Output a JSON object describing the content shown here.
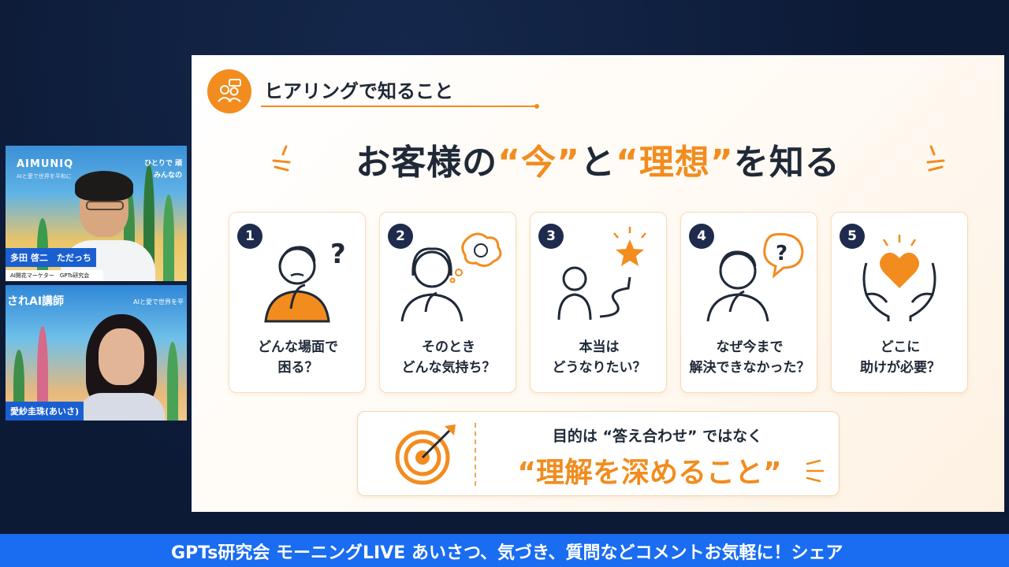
{
  "cam1": {
    "brand": "AIMUNIQ",
    "brand_sub": "AIと愛で世界を平和に",
    "tag_line1": "ひとりで 頑",
    "tag_line2": "みんなの",
    "name": "多田 啓二　ただっち",
    "subtitle": "AI開花マーケター　GPTs研究会"
  },
  "cam2": {
    "title": "されAI講師",
    "tag": "AIと愛で世界を平",
    "name": "愛紗圭珠(あいさ)"
  },
  "slide": {
    "header": "ヒアリングで知ること",
    "title_part1": "お客様の",
    "title_hl1": "“今”",
    "title_part2": "と",
    "title_hl2": "“理想”",
    "title_part3": "を知る",
    "cards": [
      {
        "num": "1",
        "line1": "どんな場面で",
        "line2": "困る？"
      },
      {
        "num": "2",
        "line1": "そのとき",
        "line2": "どんな気持ち？"
      },
      {
        "num": "3",
        "line1": "本当は",
        "line2": "どうなりたい？"
      },
      {
        "num": "4",
        "line1": "なぜ今まで",
        "line2": "解決できなかった？"
      },
      {
        "num": "5",
        "line1": "どこに",
        "line2": "助けが必要？"
      }
    ],
    "bottom_line1": "目的は “答え合わせ” ではなく",
    "bottom_line2": "“理解を深めること”"
  },
  "ticker": {
    "text": "GPTs研究会 モーニングLIVE あいさつ、気づき、質問などコメントお気軽に！シェア"
  },
  "colors": {
    "accent": "#f28c1e",
    "navy": "#1e2b4d",
    "ticker": "#1a6cf0",
    "name_bar": "#1a5fd1"
  }
}
